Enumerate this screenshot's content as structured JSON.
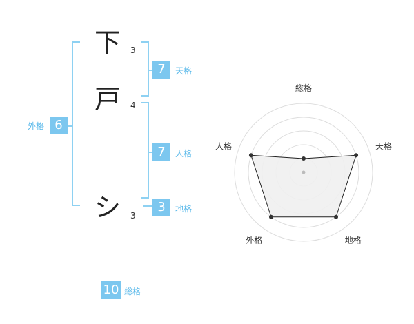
{
  "name": {
    "characters": [
      {
        "char": "下",
        "strokes": "3"
      },
      {
        "char": "戸",
        "strokes": "4"
      },
      {
        "char": "シ",
        "strokes": "3"
      }
    ]
  },
  "fortune": {
    "tenkaku": {
      "value": "7",
      "label": "天格"
    },
    "jinkaku": {
      "value": "7",
      "label": "人格"
    },
    "chikaku": {
      "value": "3",
      "label": "地格"
    },
    "gaikaku": {
      "value": "6",
      "label": "外格"
    },
    "soukaku": {
      "value": "10",
      "label": "総格"
    }
  },
  "radar": {
    "labels": [
      "総格",
      "天格",
      "地格",
      "外格",
      "人格"
    ],
    "levels": [
      1,
      4,
      4,
      4,
      4
    ],
    "max_level": 5,
    "fill_color": "#f0f0f0",
    "ring_color": "#dddddd",
    "line_color": "#222222"
  }
}
